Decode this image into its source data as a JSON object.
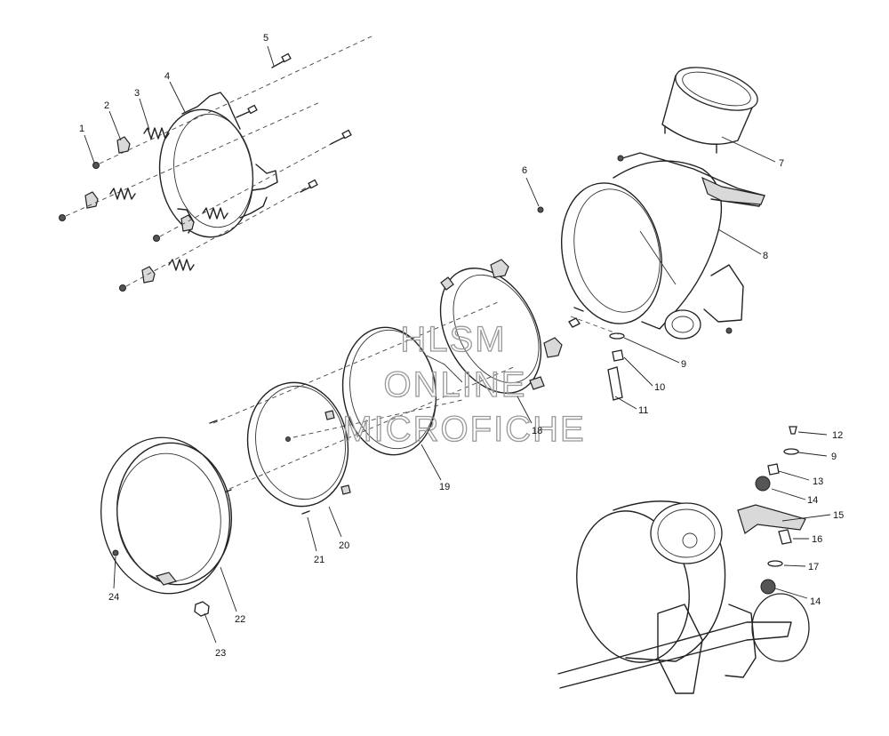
{
  "diagram": {
    "watermark": [
      "HLSM",
      "ONLINE",
      "MICROFICHE"
    ],
    "callouts": [
      {
        "id": "c1",
        "text": "1"
      },
      {
        "id": "c2",
        "text": "2"
      },
      {
        "id": "c3",
        "text": "3"
      },
      {
        "id": "c4",
        "text": "4"
      },
      {
        "id": "c5",
        "text": "5"
      },
      {
        "id": "c6",
        "text": "6"
      },
      {
        "id": "c7",
        "text": "7"
      },
      {
        "id": "c8",
        "text": "8"
      },
      {
        "id": "c9a",
        "text": "9"
      },
      {
        "id": "c10",
        "text": "10"
      },
      {
        "id": "c11",
        "text": "11"
      },
      {
        "id": "c12",
        "text": "12"
      },
      {
        "id": "c9b",
        "text": "9"
      },
      {
        "id": "c13",
        "text": "13"
      },
      {
        "id": "c14a",
        "text": "14"
      },
      {
        "id": "c15",
        "text": "15"
      },
      {
        "id": "c16",
        "text": "16"
      },
      {
        "id": "c17",
        "text": "17"
      },
      {
        "id": "c14b",
        "text": "14"
      },
      {
        "id": "c18",
        "text": "18"
      },
      {
        "id": "c19",
        "text": "19"
      },
      {
        "id": "c20",
        "text": "20"
      },
      {
        "id": "c21",
        "text": "21"
      },
      {
        "id": "c22",
        "text": "22"
      },
      {
        "id": "c23",
        "text": "23"
      },
      {
        "id": "c24",
        "text": "24"
      }
    ]
  }
}
